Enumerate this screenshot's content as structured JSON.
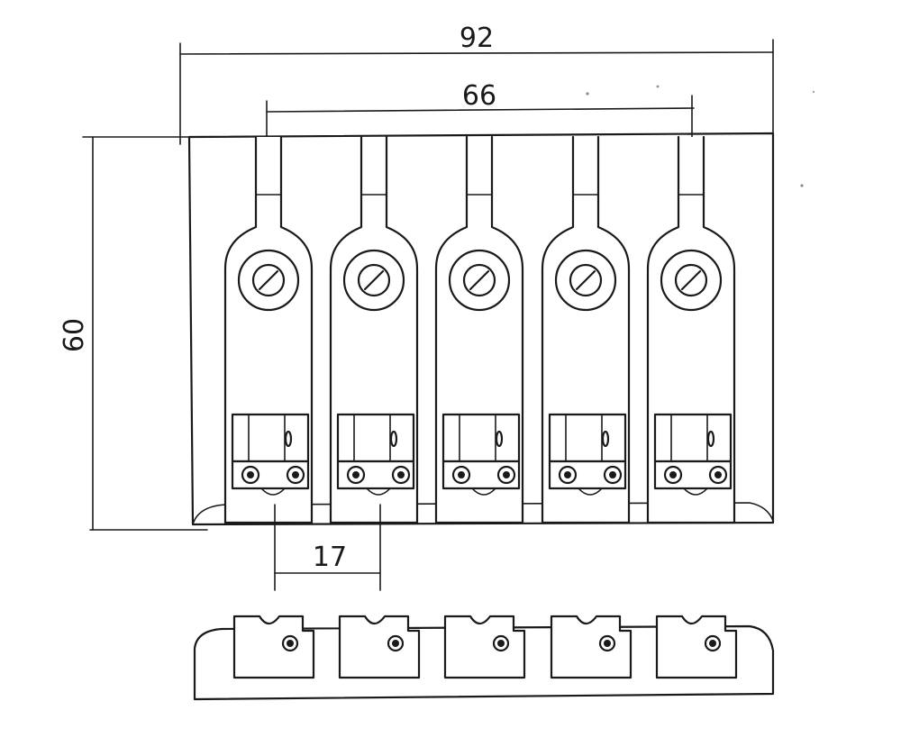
{
  "diagram": {
    "dimensions": {
      "overall_width": "92",
      "saddle_span": "66",
      "string_spacing": "17",
      "overall_height": "60"
    },
    "saddle_count": 5,
    "colors": {
      "line": "#1a1a1a",
      "background": "#ffffff"
    }
  }
}
